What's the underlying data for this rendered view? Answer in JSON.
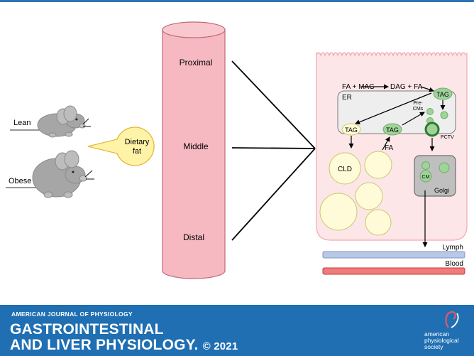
{
  "mice": {
    "lean_label": "Lean",
    "obese_label": "Obese"
  },
  "bubble": {
    "line1": "Dietary",
    "line2": "fat"
  },
  "intestine": {
    "proximal": "Proximal",
    "middle": "Middle",
    "distal": "Distal"
  },
  "cell": {
    "reaction_left": "FA + MAG",
    "reaction_right": "DAG + FA",
    "er_label": "ER",
    "tag_label": "TAG",
    "precms_line1": "Pre-",
    "precms_line2": "CMs",
    "pctv_label": "PCTV",
    "fa_label": "FA",
    "cld_label": "CLD",
    "cm_label": "CM",
    "golgi_label": "Golgi"
  },
  "vessels": {
    "lymph": "Lymph",
    "blood": "Blood"
  },
  "footer": {
    "journal": "AMERICAN JOURNAL OF PHYSIOLOGY",
    "title_line1": "GASTROINTESTINAL",
    "title_line2": "AND LIVER PHYSIOLOGY.",
    "year": "© 2021",
    "society_line1": "american",
    "society_line2": "physiological",
    "society_line3": "society"
  },
  "colors": {
    "brand_blue": "#1f6fb2",
    "intestine_pink": "#f7b9c1",
    "cell_pink": "#fde6e8",
    "tag_green": "#9fd39a",
    "lipid_yellow": "#fffbd9",
    "lymph_blue": "#b7c8e8",
    "blood_red": "#f07b7b"
  }
}
